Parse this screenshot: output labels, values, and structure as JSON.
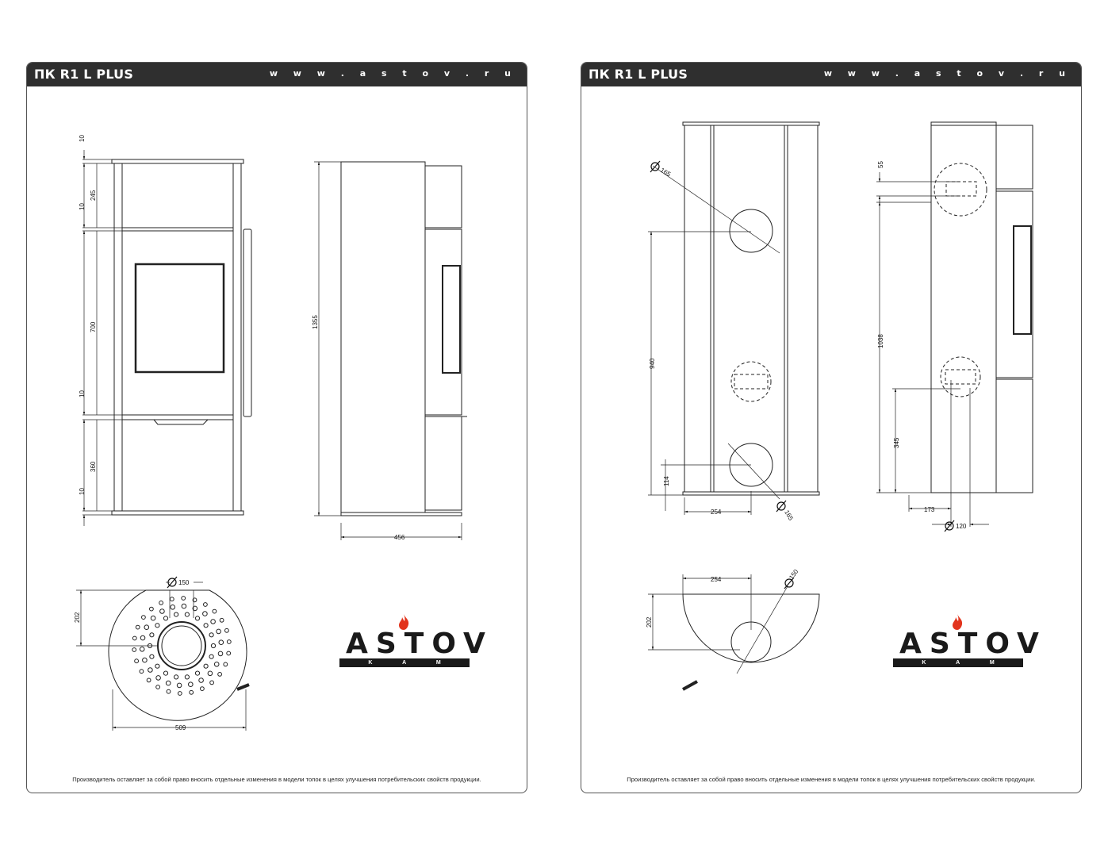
{
  "pages": [
    {
      "header": {
        "model": "ПК R1 L PLUS",
        "url": "w w w . a s t o v . r u"
      },
      "dims": {
        "top_cap": "10",
        "upper_panel": "245",
        "gap_1": "10",
        "door": "700",
        "gap_2": "10",
        "lower_panel": "360",
        "base": "10",
        "total_height": "1355",
        "depth": "456",
        "flue_diameter": "150",
        "top_offset": "202",
        "width": "509"
      },
      "logo": {
        "word": "ASTOV",
        "tagline": "K A M I N"
      },
      "footer": "Производитель оставляет за собой право вносить отдельные изменения в модели топок в целях улучшения потребительских свойств продукции."
    },
    {
      "header": {
        "model": "ПК R1 L PLUS",
        "url": "w w w . a s t o v . r u"
      },
      "dims": {
        "diam_upper": "165",
        "height_upper": "940",
        "height_lower": "114",
        "offset_x": "254",
        "diam_lower": "165",
        "air_inlet_h": "55",
        "side_height": "1038",
        "side_lower": "345",
        "side_offset": "173",
        "air_diameter": "120",
        "top_offset_x": "254",
        "top_diameter": "150",
        "top_offset_y": "202"
      },
      "logo": {
        "word": "ASTOV",
        "tagline": "K A M I N"
      },
      "footer": "Производитель оставляет за собой право вносить отдельные изменения в модели топок в целях улучшения потребительских свойств продукции."
    }
  ],
  "colors": {
    "header_bg": "#2f2f2f",
    "flame": "#e2341d",
    "ink": "#1a1a1a"
  }
}
